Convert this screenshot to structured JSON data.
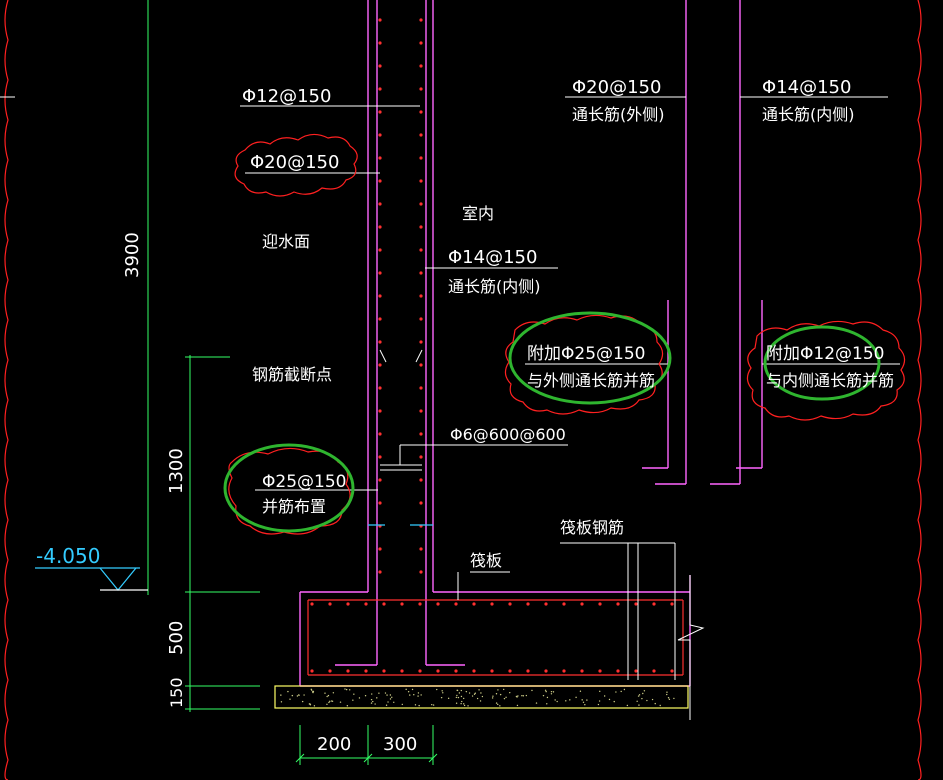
{
  "drawing": {
    "labels": {
      "top_left_bar": "Φ12@150",
      "top_left_cloud_bar": "Φ20@150",
      "ying_shui_mian": "迎水面",
      "indoor": "室内",
      "inner_bar_spec": "Φ14@150",
      "inner_bar_desc": "通长筋(内侧)",
      "outer_right_bar_spec": "Φ20@150",
      "outer_right_bar_desc": "通长筋(外侧)",
      "far_right_bar_spec": "Φ14@150",
      "far_right_bar_desc": "通长筋(内侧)",
      "cutoff_point": "钢筋截断点",
      "add_bar_25_spec": "附加Φ25@150",
      "add_bar_25_desc": "与外侧通长筋并筋",
      "add_bar_12_spec": "附加Φ12@150",
      "add_bar_12_desc": "与内侧通长筋并筋",
      "tie_bar": "Φ6@600@600",
      "bundled_bar_spec": "Φ25@150",
      "bundled_bar_desc": "并筋布置",
      "raft_rebar": "筏板钢筋",
      "raft": "筏板",
      "elevation": "-4.050"
    },
    "dimensions": {
      "wall_height": "3900",
      "cutoff_height": "1300",
      "raft_thickness": "500",
      "cushion_thickness": "150",
      "width_a": "200",
      "width_b": "300"
    },
    "colors": {
      "line_white": "#ffffff",
      "wall_magenta": "#ff66ff",
      "rebar_red": "#ff3030",
      "cloud_red": "#ff2020",
      "highlight_green": "#2fb52f",
      "dim_green": "#33ff66",
      "elev_cyan": "#33ccff",
      "cushion_yellow": "#ffff66"
    }
  }
}
